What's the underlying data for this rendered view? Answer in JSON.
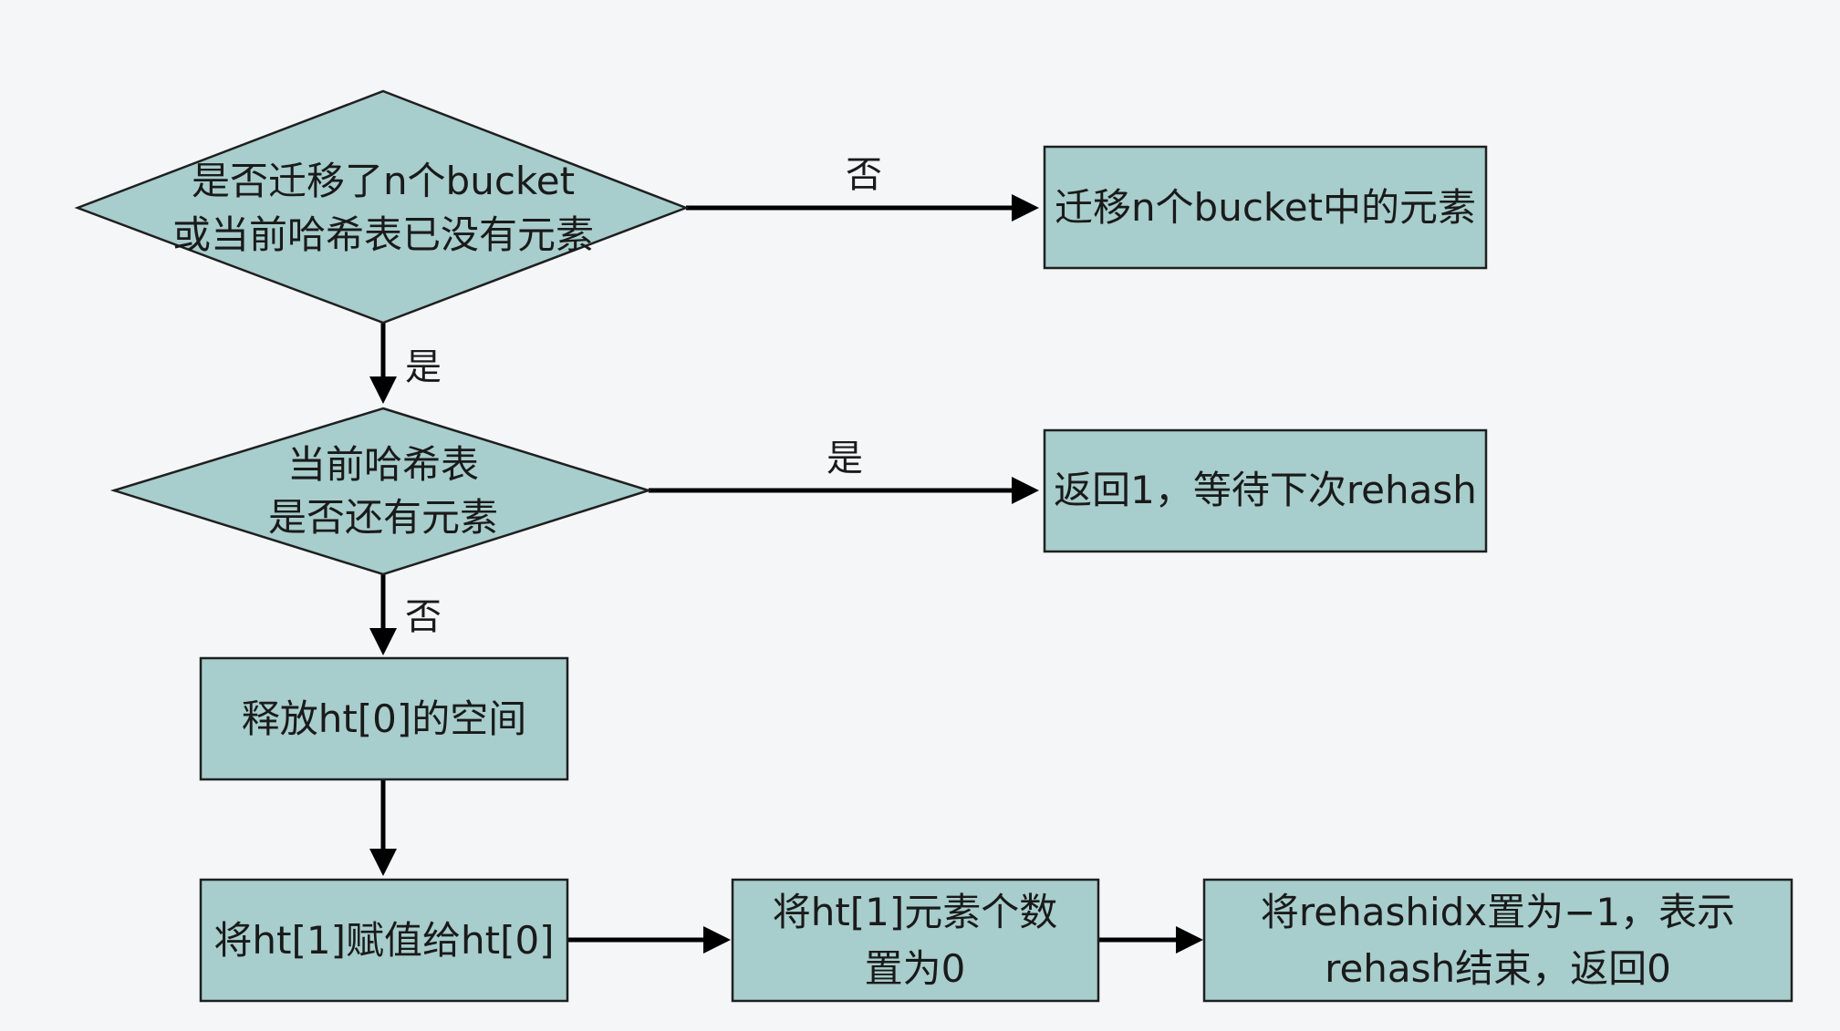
{
  "colors": {
    "background": "#f4f6f8",
    "node_fill": "#a7cdcc",
    "node_stroke": "#1f1f1f",
    "edge": "#000000",
    "text": "#1a1a1a"
  },
  "nodes": {
    "decision_migrated": {
      "line1": "是否迁移了n个bucket",
      "line2": "或当前哈希表已没有元素"
    },
    "action_migrate": {
      "line1": "迁移n个bucket中的元素"
    },
    "decision_has_elements": {
      "line1": "当前哈希表",
      "line2": "是否还有元素"
    },
    "action_return1": {
      "line1": "返回1，等待下次rehash"
    },
    "action_free_ht0": {
      "line1": "释放ht[0]的空间"
    },
    "action_assign": {
      "line1": "将ht[1]赋值给ht[0]"
    },
    "action_reset_count": {
      "line1": "将ht[1]元素个数",
      "line2": "置为0"
    },
    "action_set_rehashidx": {
      "line1": "将rehashidx置为−1，表示",
      "line2": "rehash结束，返回0"
    }
  },
  "edges": {
    "no_1": "否",
    "yes_1": "是",
    "yes_2": "是",
    "no_2": "否"
  }
}
